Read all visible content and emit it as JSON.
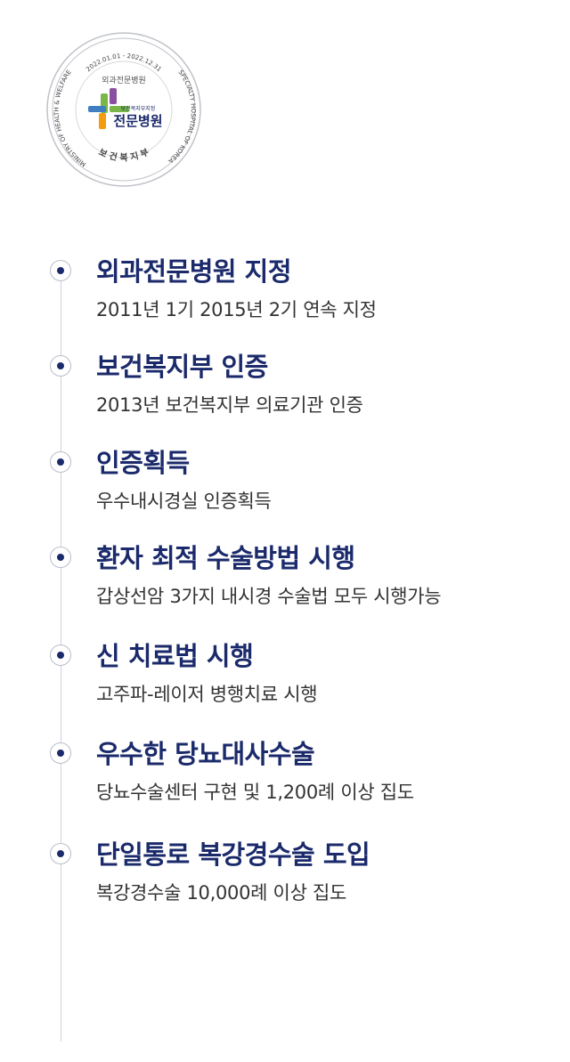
{
  "seal": {
    "top_label": "외과전문병원",
    "date_range": "2022.01.01 - 2022.12.31",
    "left_arc": "MINISTRY OF HEALTH & WELFARE",
    "right_arc": "SPECIALTY HOSPITAL OF KOREA",
    "bottom_arc": "보 건 복 지 부",
    "small_label": "보건복지부지정",
    "main_label": "전문병원",
    "colors": {
      "purple": "#8a4fa0",
      "green": "#7ab648",
      "orange": "#f39c12",
      "blue": "#3f7fc1",
      "text": "#1b2a6b"
    }
  },
  "timeline": [
    {
      "title": "외과전문병원 지정",
      "desc": "2011년 1기 2015년 2기 연속 지정"
    },
    {
      "title": "보건복지부 인증",
      "desc": "2013년 보건복지부 의료기관 인증"
    },
    {
      "title": "인증획득",
      "desc": "우수내시경실 인증획득"
    },
    {
      "title": "환자 최적 수술방법 시행",
      "desc": "갑상선암 3가지 내시경 수술법 모두 시행가능"
    },
    {
      "title": "신 치료법 시행",
      "desc": "고주파-레이저 병행치료 시행"
    },
    {
      "title": "우수한 당뇨대사수술",
      "desc": "당뇨수술센터 구현 및 1,200례 이상 집도"
    },
    {
      "title": "단일통로 복강경수술 도입",
      "desc": "복강경수술 10,000례 이상 집도"
    }
  ],
  "colors": {
    "navy": "#1b2a6b",
    "line": "#cfd2d8",
    "desc": "#333333"
  }
}
